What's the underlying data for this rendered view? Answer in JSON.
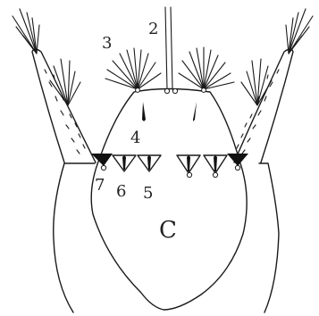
{
  "labels": {
    "two": "2",
    "three": "3",
    "four": "4",
    "five": "5",
    "six": "6",
    "seven": "7",
    "c": "C"
  }
}
